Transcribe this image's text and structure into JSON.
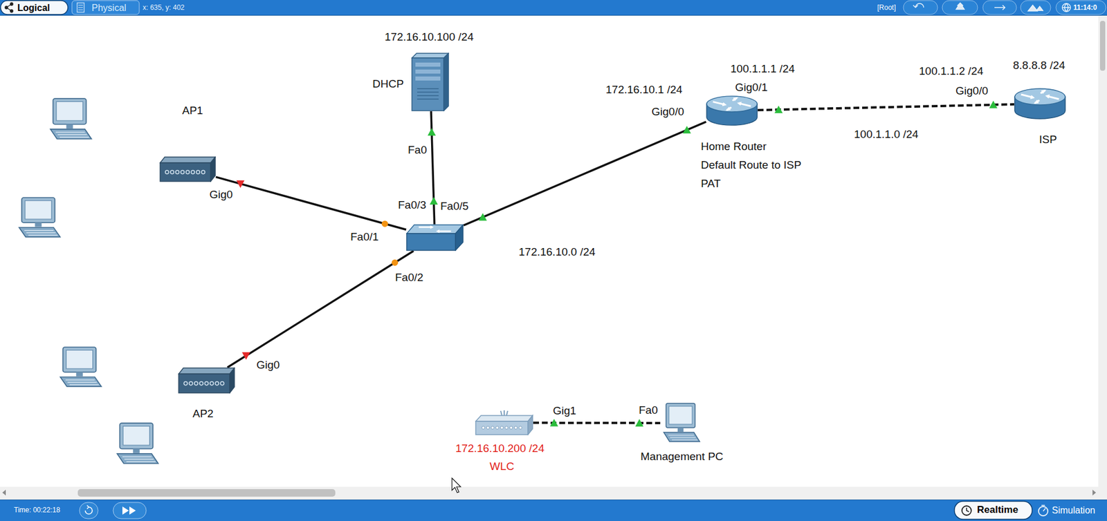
{
  "diagram": {
    "nodes": [
      {
        "text": [
          "172.16.10.100 /24",
          "DHCP",
          "Fa0"
        ]
      },
      {
        "text": [
          "172.16.10.1 /24",
          "Gig0/0",
          "100.1.1.1 /24",
          "Gig0/1",
          "Home Router Default Route to ISP PAT"
        ]
      },
      {
        "text": [
          "100.1.1.2 /24",
          "Gig0/0",
          "8.8.8.8 /24",
          "ISP"
        ]
      },
      {
        "text": [
          "AP1",
          "Gig0"
        ]
      },
      {
        "text": [
          "Fa0/3",
          "Fa0/5",
          "Fa0/1",
          "Fa0/2"
        ]
      },
      {
        "text": [
          "Gig0",
          "AP2"
        ]
      },
      {
        "text": [
          "Gig1",
          "172.16.10.200 /24",
          "WLC"
        ]
      },
      {
        "text": [
          "Fa0",
          "Management PC"
        ]
      }
    ],
    "edges": [
      {
        "from": 4,
        "to": 3,
        "arrow": "none"
      },
      {
        "from": 4,
        "to": 5,
        "arrow": "none"
      },
      {
        "from": 4,
        "to": 0,
        "arrow": "none"
      },
      {
        "from": 4,
        "to": 1,
        "arrow": "none"
      },
      {
        "from": 1,
        "to": 2,
        "arrow": "none"
      },
      {
        "from": 6,
        "to": 7,
        "arrow": "none"
      }
    ],
    "labels": [
      "Logical",
      "Physical",
      "x: 635, y: 402",
      "[Root]",
      "11:14:0",
      "172.16.10.0 /24",
      "100.1.1.0 /24",
      "Time: 00:22:18",
      "Realtime",
      "Simulation"
    ]
  }
}
